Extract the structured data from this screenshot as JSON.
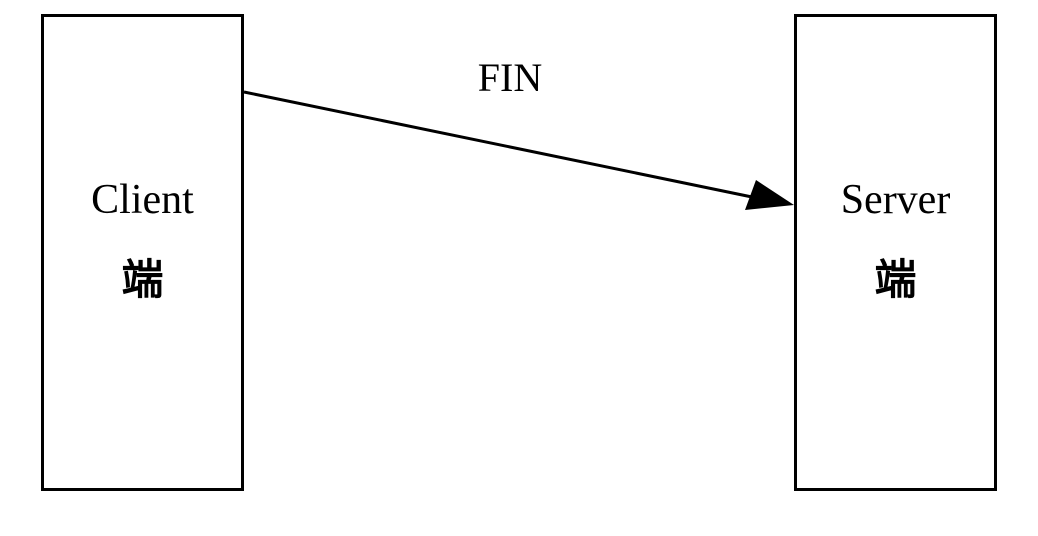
{
  "client": {
    "title": "Client",
    "subtitle": "端"
  },
  "server": {
    "title": "Server",
    "subtitle": "端"
  },
  "message": {
    "label": "FIN",
    "direction": "client-to-server"
  },
  "colors": {
    "stroke": "#000000",
    "background": "#ffffff"
  }
}
